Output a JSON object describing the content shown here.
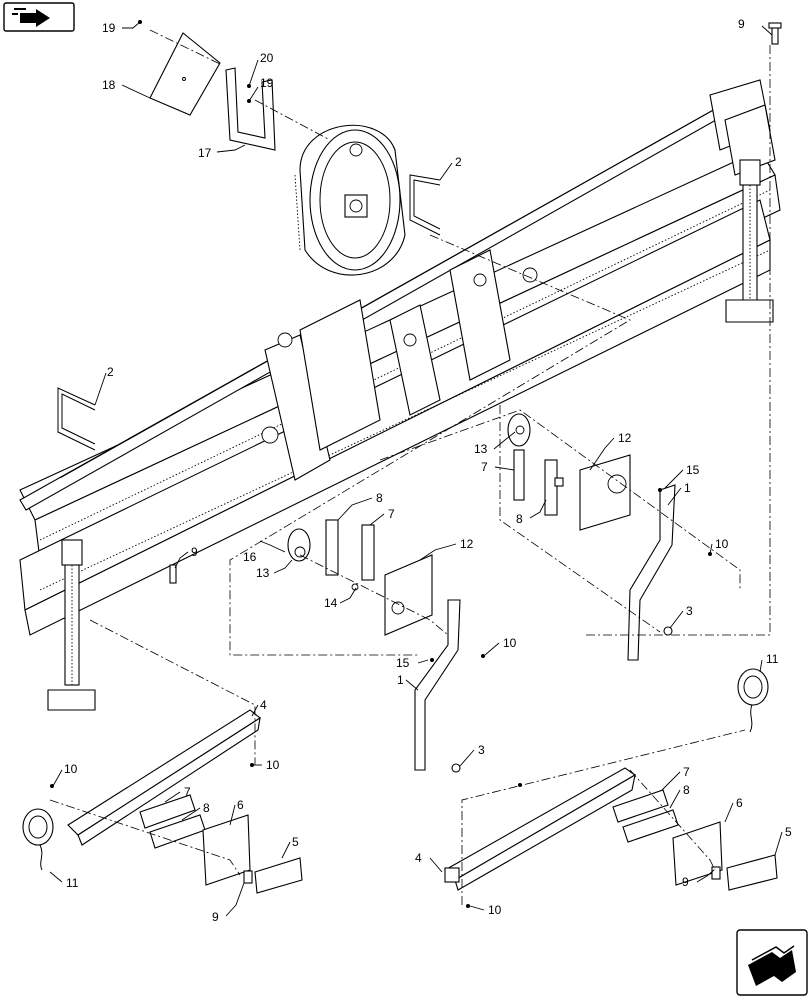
{
  "callouts": {
    "c19a": "19",
    "c18": "18",
    "c17": "17",
    "c20": "20",
    "c19b": "19",
    "c9a": "9",
    "c2a": "2",
    "c2b": "2",
    "c13a": "13",
    "c7a": "7",
    "c12a": "12",
    "c15a": "15",
    "c1a": "1",
    "c8a": "8",
    "c10a": "10",
    "c3a": "3",
    "c8b": "8",
    "c7b": "7",
    "c16": "16",
    "c9b": "9",
    "c13b": "13",
    "c12b": "12",
    "c14": "14",
    "c10b": "10",
    "c15b": "15",
    "c1b": "1",
    "c3b": "3",
    "c4a": "4",
    "c10c": "10",
    "c10d": "10",
    "c7c": "7",
    "c8c": "8",
    "c6a": "6",
    "c5a": "5",
    "c11a": "11",
    "c9c": "9",
    "c11b": "11",
    "c7d": "7",
    "c8d": "8",
    "c6b": "6",
    "c5b": "5",
    "c4b": "4",
    "c10e": "10",
    "c9d": "9"
  },
  "icons": {
    "top_nav": "book-arrow-icon",
    "bottom_nav": "next-page-arrow-icon"
  }
}
